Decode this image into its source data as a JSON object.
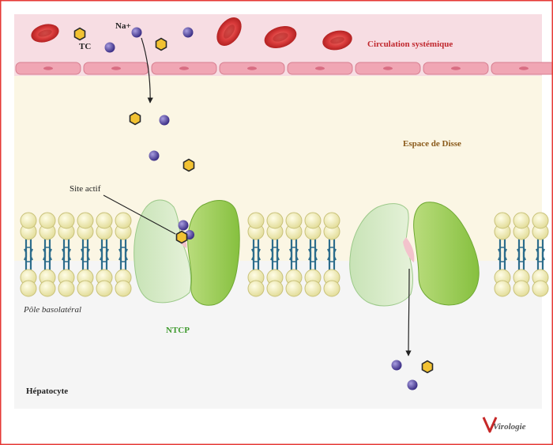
{
  "labels": {
    "sodium": "Na+",
    "tc": "TC",
    "circulation": "Circulation systémique",
    "disse": "Espace de Disse",
    "active_site": "Site actif",
    "basolateral": "Pôle basolatéral",
    "ntcp": "NTCP",
    "hepatocyte": "Hépatocyte"
  },
  "logo": {
    "text": "Virologie"
  },
  "colors": {
    "frame": "#e53935",
    "vessel": "#f7dde3",
    "endothelium": "#f0a6b4",
    "disse": "#fbf6e4",
    "hepatocyte": "#f6f6f6",
    "lipid_head": "#f4f1c0",
    "lipid_tail": "#2d6d8c",
    "ntcp_light": "#cfe6c0",
    "ntcp_dark": "#9acd5a",
    "sodium_ion": "#5b4fa6",
    "bile_salt": "#f2c232",
    "red_blood_cell": "#d93b3b",
    "circulation_text": "#c0272d",
    "disse_text": "#8a5a1a",
    "ntcp_text": "#3f9a2e"
  },
  "icons": {
    "sodium": "purple-sphere-icon",
    "bile_salt": "yellow-hexagon-icon",
    "rbc": "red-blood-cell-icon"
  }
}
